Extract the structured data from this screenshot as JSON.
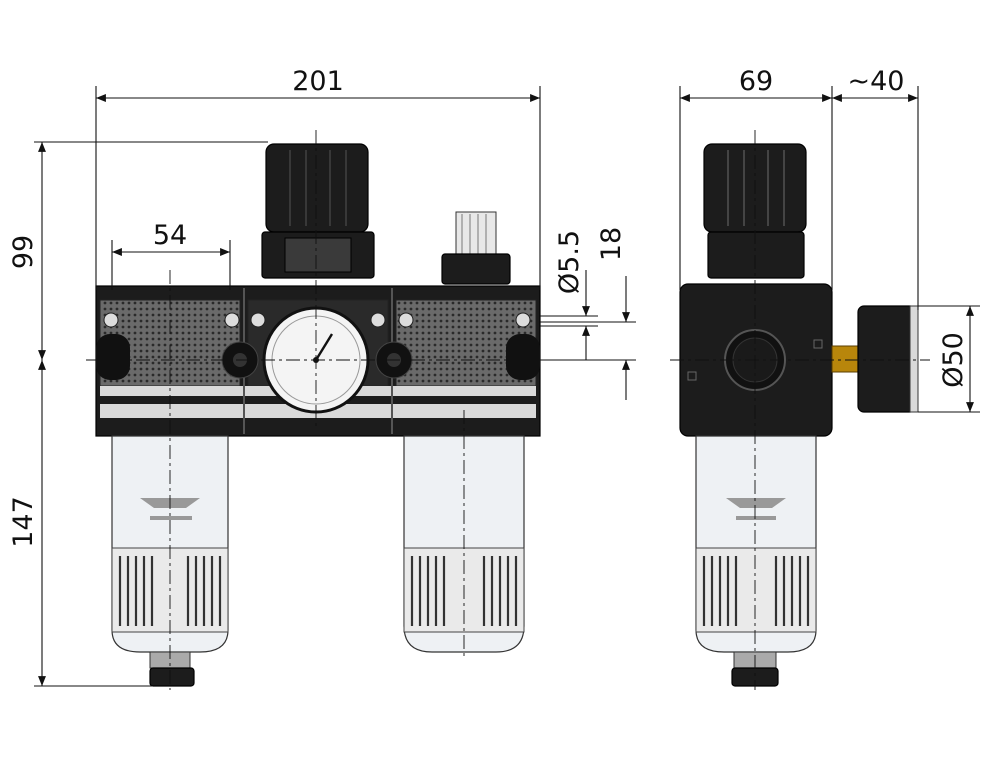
{
  "dimensions": {
    "overall_width": "201",
    "module_width": "54",
    "top_height": "99",
    "bottom_height": "147",
    "side_depth": "69",
    "gauge_offset": "~40",
    "hole_diameter": "Ø5.5",
    "hole_spacing": "18",
    "gauge_diameter": "Ø50"
  },
  "colors": {
    "body": "#1c1c1c",
    "bowl": "#eef1f4",
    "metal": "#d9d9d9",
    "brass": "#b8860b"
  }
}
